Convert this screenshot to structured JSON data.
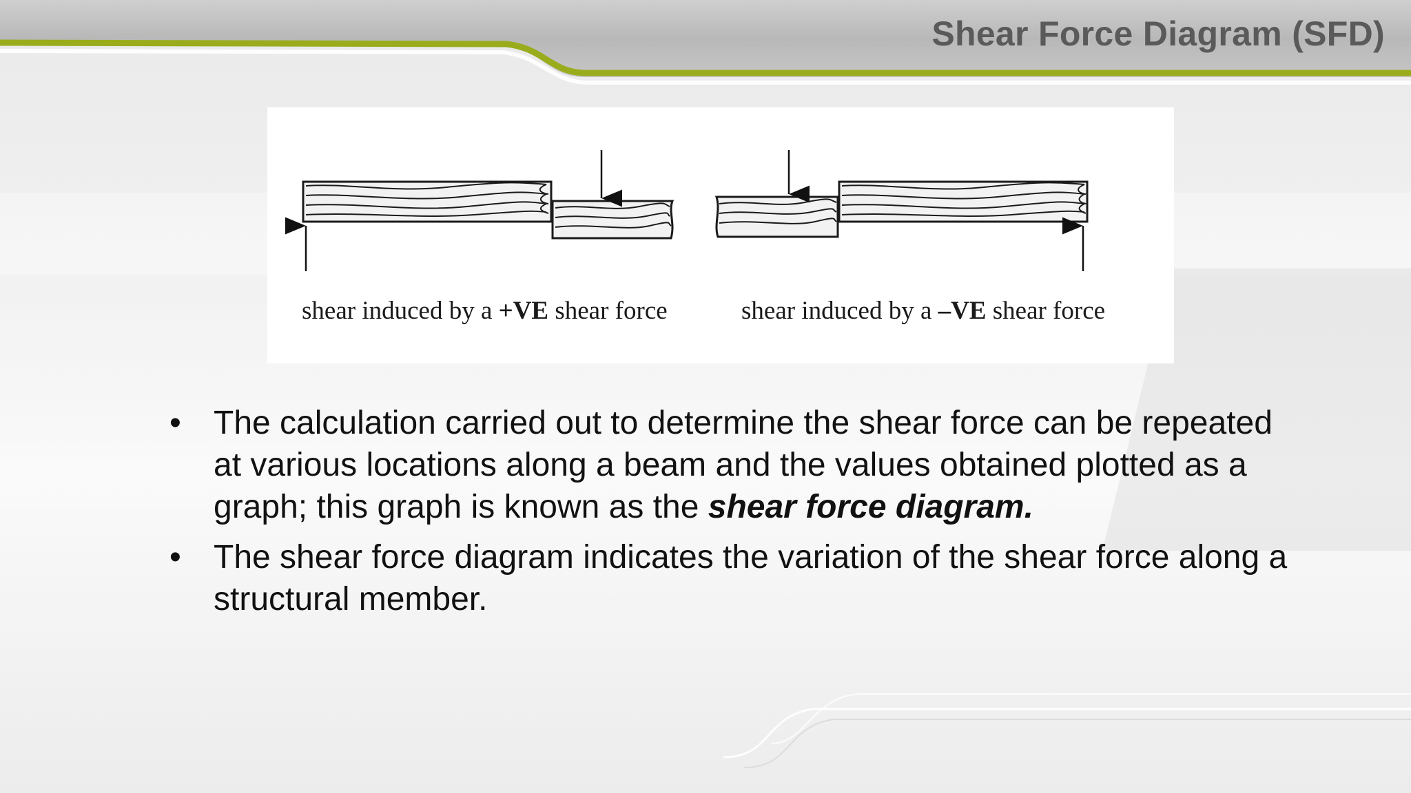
{
  "slide": {
    "title": "Shear Force Diagram (SFD)"
  },
  "figure": {
    "caption_left": {
      "prefix": "shear induced by a ",
      "emphasis": "+VE",
      "suffix": " shear force"
    },
    "caption_right": {
      "prefix": "shear induced by a ",
      "emphasis": "–VE",
      "suffix": " shear force"
    }
  },
  "bullets": [
    {
      "symbol": "•",
      "text": "The calculation carried out to determine the shear force can be repeated at various locations along a beam and the values obtained plotted as a graph; this graph is known as the ",
      "emphasis": "shear force diagram."
    },
    {
      "symbol": "•",
      "text": "The shear force diagram indicates the variation of the shear force along a structural member.",
      "emphasis": ""
    }
  ],
  "colors": {
    "accent": "#9aac1c",
    "title_text": "#5a5a5a",
    "band": "#b4b4b4"
  }
}
